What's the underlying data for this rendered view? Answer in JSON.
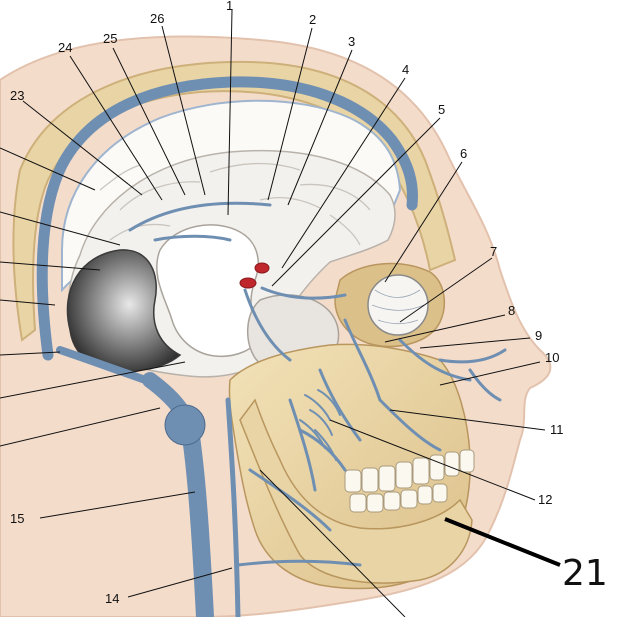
{
  "diagram": {
    "labels": [
      "1",
      "2",
      "3",
      "4",
      "5",
      "6",
      "7",
      "8",
      "9",
      "10",
      "11",
      "12",
      "14",
      "15",
      "21",
      "23",
      "24",
      "25",
      "26"
    ],
    "colors": {
      "background": "#ffffff",
      "skin": "#f4dccb",
      "skull": "#e9d4a5",
      "bone_shadow": "#c9a874",
      "brain": "#f3f1ee",
      "brain_shadow": "#5a5a5a",
      "vein": "#6f8fb2",
      "vein_light": "#8aa7c8",
      "artery_red": "#c0272d",
      "line": "#111111"
    }
  }
}
